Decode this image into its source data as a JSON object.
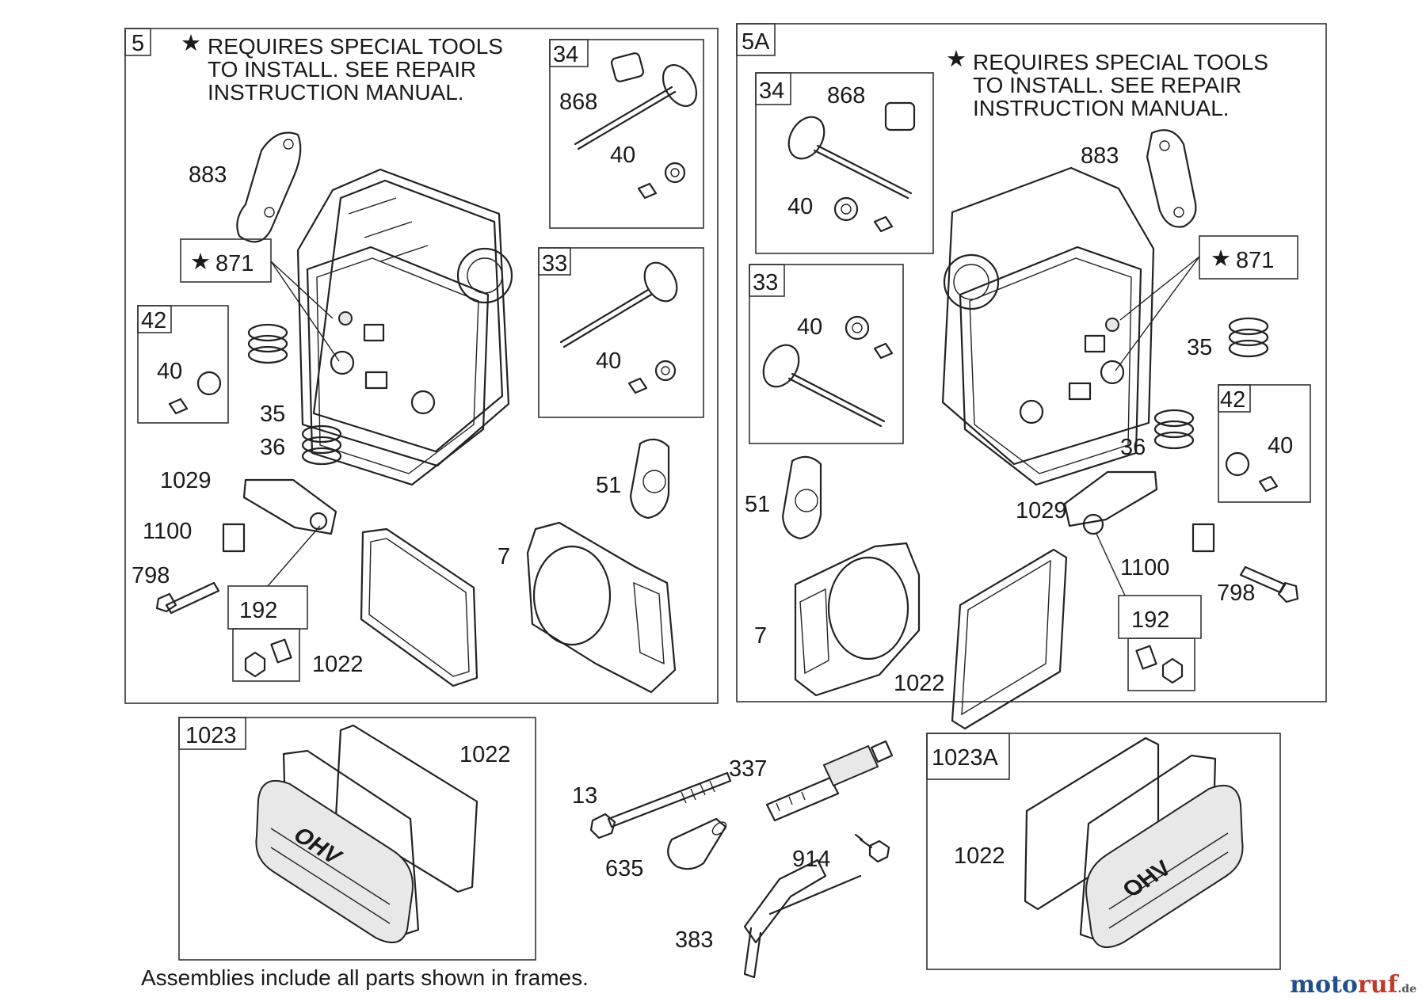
{
  "note_line1": "REQUIRES SPECIAL TOOLS",
  "note_line2": "TO INSTALL.  SEE REPAIR",
  "note_line3": "INSTRUCTION MANUAL.",
  "star": "★",
  "footer": "Assemblies include all parts shown in frames.",
  "watermark": {
    "part1": "moto",
    "part2": "ruf",
    "part3": ".de"
  },
  "left": {
    "frame": "5",
    "f34": "34",
    "p868": "868",
    "p40a": "40",
    "f33": "33",
    "p40b": "40",
    "p883": "883",
    "p871": "871",
    "f42": "42",
    "p40c": "40",
    "p35": "35",
    "p36": "36",
    "p1029": "1029",
    "p1100": "1100",
    "p798": "798",
    "f192": "192",
    "p1022": "1022",
    "p51": "51",
    "p7": "7"
  },
  "right": {
    "frame": "5A",
    "f34": "34",
    "p868": "868",
    "p40a": "40",
    "f33": "33",
    "p40b": "40",
    "p883": "883",
    "p871": "871",
    "p35": "35",
    "f42": "42",
    "p40c": "40",
    "p36": "36",
    "p1029": "1029",
    "p1100": "1100",
    "p798": "798",
    "f192": "192",
    "p51": "51",
    "p7": "7",
    "p1022": "1022"
  },
  "bottom": {
    "f1023": "1023",
    "p1022a": "1022",
    "p13": "13",
    "p337": "337",
    "p635": "635",
    "p914": "914",
    "p383": "383",
    "f1023A": "1023A",
    "p1022b": "1022",
    "ohv": "OHV"
  }
}
